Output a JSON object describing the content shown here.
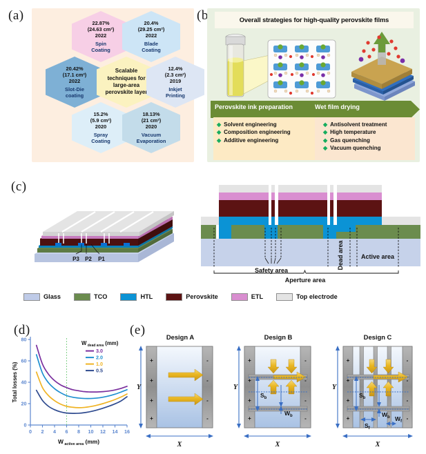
{
  "panels": {
    "a": {
      "letter": "(a)",
      "center": "Scalable techniques for large-area perovskite layer",
      "center_lines": [
        "Scalable",
        "techniques for",
        "large-area",
        "perovskite layer"
      ],
      "hexagons": [
        {
          "id": "spin",
          "efficiency": "22.87%",
          "area": "(24.63 cm²)",
          "year": "2022",
          "name_lines": [
            "Spin",
            "Coating"
          ],
          "color": "#f7cfe6"
        },
        {
          "id": "blade",
          "efficiency": "20.4%",
          "area": "(29.25 cm²)",
          "year": "2022",
          "name_lines": [
            "Blade",
            "Coating"
          ],
          "color": "#cde5f6"
        },
        {
          "id": "slotdie",
          "efficiency": "20.42%",
          "area": "(17.1 cm²)",
          "year": "2022",
          "name_lines": [
            "Slot-Die",
            "coating"
          ],
          "color": "#7eb0d5"
        },
        {
          "id": "inkjet",
          "efficiency": "12.4%",
          "area": "(2.3 cm²)",
          "year": "2019",
          "name_lines": [
            "Inkjet",
            "Printing"
          ],
          "color": "#dde6f4"
        },
        {
          "id": "spray",
          "efficiency": "15.2%",
          "area": "(5.9 cm²)",
          "year": "2020",
          "name_lines": [
            "Spray",
            "Coating"
          ],
          "color": "#ddeef8"
        },
        {
          "id": "vacuum",
          "efficiency": "18.13%",
          "area": "(21 cm²)",
          "year": "2020",
          "name_lines": [
            "Vacuum",
            "Evaporation"
          ],
          "color": "#c3dcea"
        }
      ],
      "center_color": "#fbf2c0"
    },
    "b": {
      "letter": "(b)",
      "title": "Overall strategies for high-quality perovskite films",
      "stage_left": "Perovskite ink preparation",
      "stage_right": "Wet film drying",
      "left_items": [
        "Solvent engineering",
        "Composition engineering",
        "Additive engineering"
      ],
      "right_items": [
        "Antisolvent treatment",
        "High temperature",
        "Gas quenching",
        "Vacuum quenching"
      ],
      "arrow_color": "#6b8c35",
      "panel_bg": "#e9f0e1",
      "list_left_bg": "#fdeac4",
      "list_right_bg": "#fbe6d0",
      "bullet_color": "#17ad5e"
    },
    "c": {
      "letter": "(c)",
      "scribe_labels": [
        "P3",
        "P2",
        "P1"
      ],
      "area_labels": {
        "safety": "Safety area",
        "dead": "Dead area",
        "active": "Active area",
        "aperture": "Aperture area"
      },
      "legend": [
        {
          "label": "Glass",
          "color": "#bfcbe8"
        },
        {
          "label": "TCO",
          "color": "#6b8c4e"
        },
        {
          "label": "HTL",
          "color": "#0b93d5"
        },
        {
          "label": "Perovskite",
          "color": "#5c1313"
        },
        {
          "label": "ETL",
          "color": "#d98ed0"
        },
        {
          "label": "Top electrode",
          "color": "#e4e4e4"
        }
      ]
    },
    "d": {
      "letter": "(d)"
    },
    "e": {
      "letter": "(e)",
      "designs": [
        {
          "id": "A",
          "title": "Design A",
          "x_label": "X",
          "y_label": "Y",
          "dims": []
        },
        {
          "id": "B",
          "title": "Design B",
          "x_label": "X",
          "y_label": "Y",
          "dims": [
            "S",
            "b",
            "W",
            "b"
          ],
          "sb": "S",
          "sb_sub": "b",
          "wb": "W",
          "wb_sub": "b"
        },
        {
          "id": "C",
          "title": "Design C",
          "x_label": "X",
          "y_label": "Y",
          "sb": "S",
          "sb_sub": "b",
          "wb": "W",
          "wb_sub": "b",
          "sf": "S",
          "sf_sub": "f",
          "wf": "W",
          "wf_sub": "f"
        }
      ],
      "plus_sign": "+",
      "minus_sign": "-"
    }
  },
  "chart_data": {
    "type": "line",
    "title": "",
    "xlabel": "W active area (mm)",
    "xlabel_main": "W",
    "xlabel_sub": "active area",
    "xlabel_unit": "(mm)",
    "ylabel": "Total losses (%)",
    "xlim": [
      0,
      16
    ],
    "ylim": [
      0,
      80
    ],
    "xticks": [
      0,
      2,
      4,
      6,
      8,
      10,
      12,
      14,
      16
    ],
    "yticks": [
      0,
      20,
      40,
      60,
      80
    ],
    "grid": false,
    "legend_title": "W dead area (mm)",
    "legend_title_main": "W",
    "legend_title_sub": "dead area",
    "legend_title_unit": "(mm)",
    "legend_position": "top-right",
    "vline": {
      "x": 6,
      "color": "#84d18a",
      "style": "dotted"
    },
    "axis_color": "#5b86cf",
    "series": [
      {
        "name": "3.0",
        "color": "#7a2f9e",
        "x": [
          1,
          2,
          3,
          4,
          5,
          6,
          7,
          8,
          9,
          10,
          11,
          12,
          13,
          14,
          15,
          16
        ],
        "y": [
          74.5,
          57.0,
          47.5,
          41.5,
          37.5,
          35.0,
          33.0,
          32.0,
          31.2,
          30.9,
          30.9,
          31.2,
          31.8,
          32.8,
          34.2,
          36.2
        ]
      },
      {
        "name": "2.0",
        "color": "#1f8fd0",
        "x": [
          1,
          2,
          3,
          4,
          5,
          6,
          7,
          8,
          9,
          10,
          11,
          12,
          13,
          14,
          15,
          16
        ],
        "y": [
          65.8,
          48.5,
          39.5,
          34.0,
          30.2,
          27.5,
          26.0,
          25.2,
          24.8,
          24.8,
          25.2,
          26.0,
          27.2,
          28.8,
          30.8,
          33.0
        ]
      },
      {
        "name": "1.0",
        "color": "#f0b323",
        "x": [
          1,
          2,
          3,
          4,
          5,
          6,
          7,
          8,
          9,
          10,
          11,
          12,
          13,
          14,
          15,
          16
        ],
        "y": [
          49.5,
          35.0,
          27.5,
          22.8,
          19.5,
          17.5,
          16.6,
          16.2,
          16.5,
          17.3,
          18.5,
          20.0,
          21.8,
          23.8,
          26.2,
          29.0
        ]
      },
      {
        "name": "0.5",
        "color": "#2f4b8f",
        "x": [
          1,
          2,
          3,
          4,
          5,
          6,
          7,
          8,
          9,
          10,
          11,
          12,
          13,
          14,
          15,
          16
        ],
        "y": [
          32.5,
          23.0,
          17.5,
          14.3,
          12.3,
          11.2,
          10.9,
          11.0,
          11.6,
          12.6,
          14.0,
          15.7,
          17.6,
          19.8,
          22.5,
          26.5
        ]
      }
    ]
  }
}
